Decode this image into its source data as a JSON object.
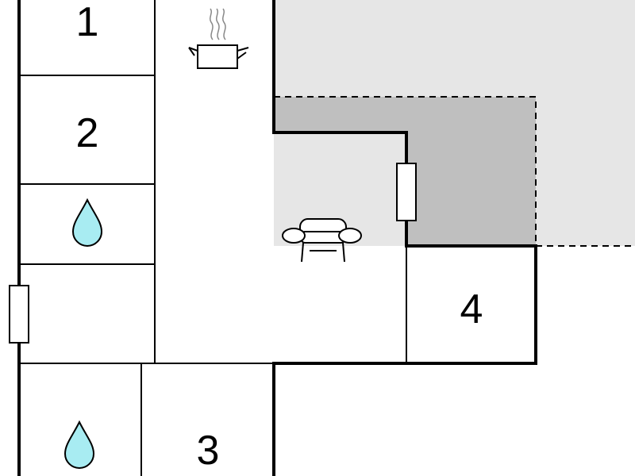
{
  "floorplan": {
    "rooms": [
      {
        "label": "1"
      },
      {
        "label": "2"
      },
      {
        "label": "3"
      },
      {
        "label": "4"
      }
    ],
    "icons": [
      {
        "name": "kitchen-pot-icon",
        "meaning": "kitchen"
      },
      {
        "name": "bathroom-water-drop-icon",
        "meaning": "bathroom"
      },
      {
        "name": "bathroom-water-drop-icon",
        "meaning": "bathroom"
      },
      {
        "name": "living-room-sofa-icon",
        "meaning": "living room"
      }
    ],
    "colors": {
      "wall": "#000000",
      "terrace_light": "#e6e6e6",
      "terrace_dark": "#bfbfbf",
      "water_drop": "#a8ecf2",
      "background": "#ffffff"
    }
  }
}
